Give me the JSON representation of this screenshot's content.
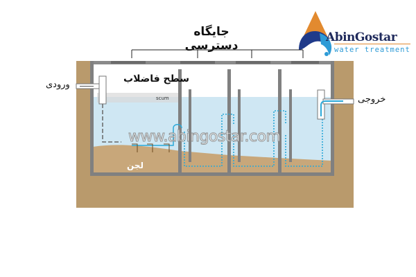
{
  "diagram": {
    "title": "جایگاه دسترسی",
    "labels": {
      "inlet": "ورودی",
      "outlet": "خروجی",
      "sewage_surface": "سطح فاضلاب",
      "scum": "scum",
      "sludge": "لجن"
    },
    "watermark": "www.abingostar.com",
    "compartments": 4,
    "colors": {
      "soil": "#b99a6c",
      "water": "#cfe7f3",
      "wall": "#808080",
      "flow": "#2aa8d8",
      "sludge": "#c8a77a"
    }
  },
  "logo": {
    "name": "AbinGostar",
    "tagline": "water treatment",
    "colors": {
      "navy": "#1f2a5c",
      "orange": "#e28a2f",
      "blue": "#2e9bd6"
    }
  }
}
